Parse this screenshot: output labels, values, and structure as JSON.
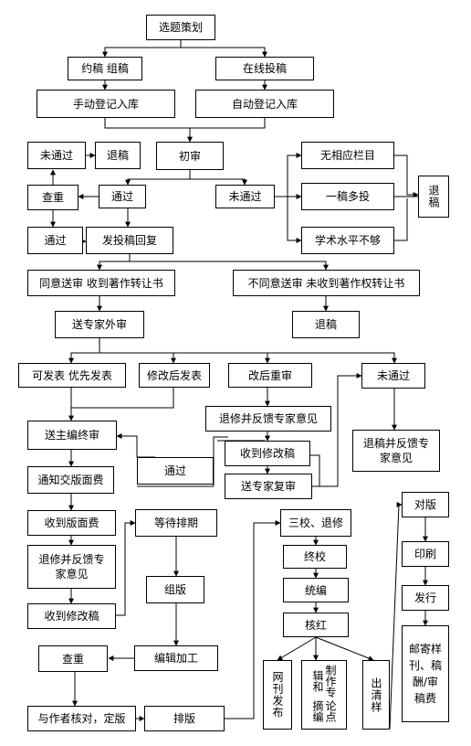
{
  "nodes": {
    "topic_planning": "选题策划",
    "solicit": "约稿 组稿",
    "online_submit": "在线投稿",
    "manual_register": "手动登记入库",
    "auto_register": "自动登记入库",
    "first_review": "初审",
    "fail_left": "未通过",
    "reject_left": "退稿",
    "check_dup": "查重",
    "pass_mid": "通过",
    "fail_mid": "未通过",
    "pass_dup": "通过",
    "send_reply": "发投稿回复",
    "no_column": "无相应栏目",
    "duplicate_submit": "一稿多投",
    "low_level": "学术水平不够",
    "reject_right": "退稿",
    "agree": "同意送审 收到著作转让书",
    "disagree": "不同意送审 未收到著作权转让书",
    "expert_review": "送专家外审",
    "reject_disagree": "退稿",
    "publish_priority": "可发表 优先发表",
    "publish_after_edit": "修改后发表",
    "re_review_after_edit": "改后重审",
    "fail_ext": "未通过",
    "chief_review": "送主编终审",
    "return_feedback": "退修并反馈专家意见",
    "reject_feedback": "退稿并反馈专家意见",
    "receive_revision": "收到修改稿",
    "pass_loop": "通过",
    "notify_fee": "通知交版面费",
    "expert_re_review": "送专家复审",
    "fee_received": "收到版面费",
    "wait_schedule": "等待排期",
    "triple_proof": "三校、退修",
    "return_feedback2": "退修并反馈专家意见",
    "compose": "组版",
    "final_proof": "终校",
    "receive_revision2": "收到修改稿",
    "unify_edit": "统编",
    "check_red": "核红",
    "proofread": "对版",
    "print": "印刷",
    "distribute": "发行",
    "dup_check2": "查重",
    "edit_process": "编辑加工",
    "web_publish": "网刊发布",
    "abstract_col1": "制作专辑和",
    "abstract_col2": "论点摘编",
    "sample_out": "出清样",
    "mail_fees": "邮寄样刊、稿酬/审稿费",
    "verify_author": "与作者核对，定版",
    "typeset": "排版"
  }
}
